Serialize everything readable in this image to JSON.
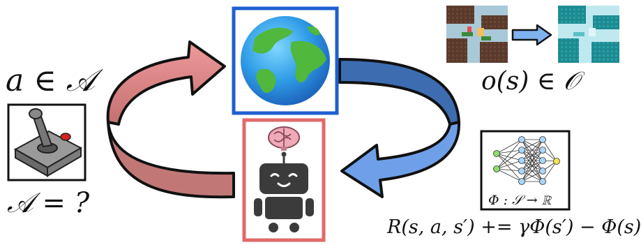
{
  "labels": {
    "action": "a ∈ 𝒜",
    "action_space": "𝒜 = ?",
    "observation": "o(s) ∈ 𝒪",
    "potential": "Φ : 𝒮 → ℝ",
    "reward_shaping": "R(s, a, s′) += γΦ(s′) − Φ(s)"
  },
  "colors": {
    "world_frame": "#1f5fd1",
    "agent_frame": "#e06a6a",
    "arrow_red_top": "#e88f90",
    "arrow_red_bottom": "#c77a7a",
    "arrow_blue_top": "#3f6fb5",
    "arrow_blue_bottom": "#5b8fe0",
    "observation_arrow": "#7fb2ee"
  },
  "icons": {
    "world": "earth-globe-icon",
    "agent": "robot-icon",
    "brain": "brain-icon",
    "controller": "joystick-icon",
    "network": "neural-network-icon"
  }
}
